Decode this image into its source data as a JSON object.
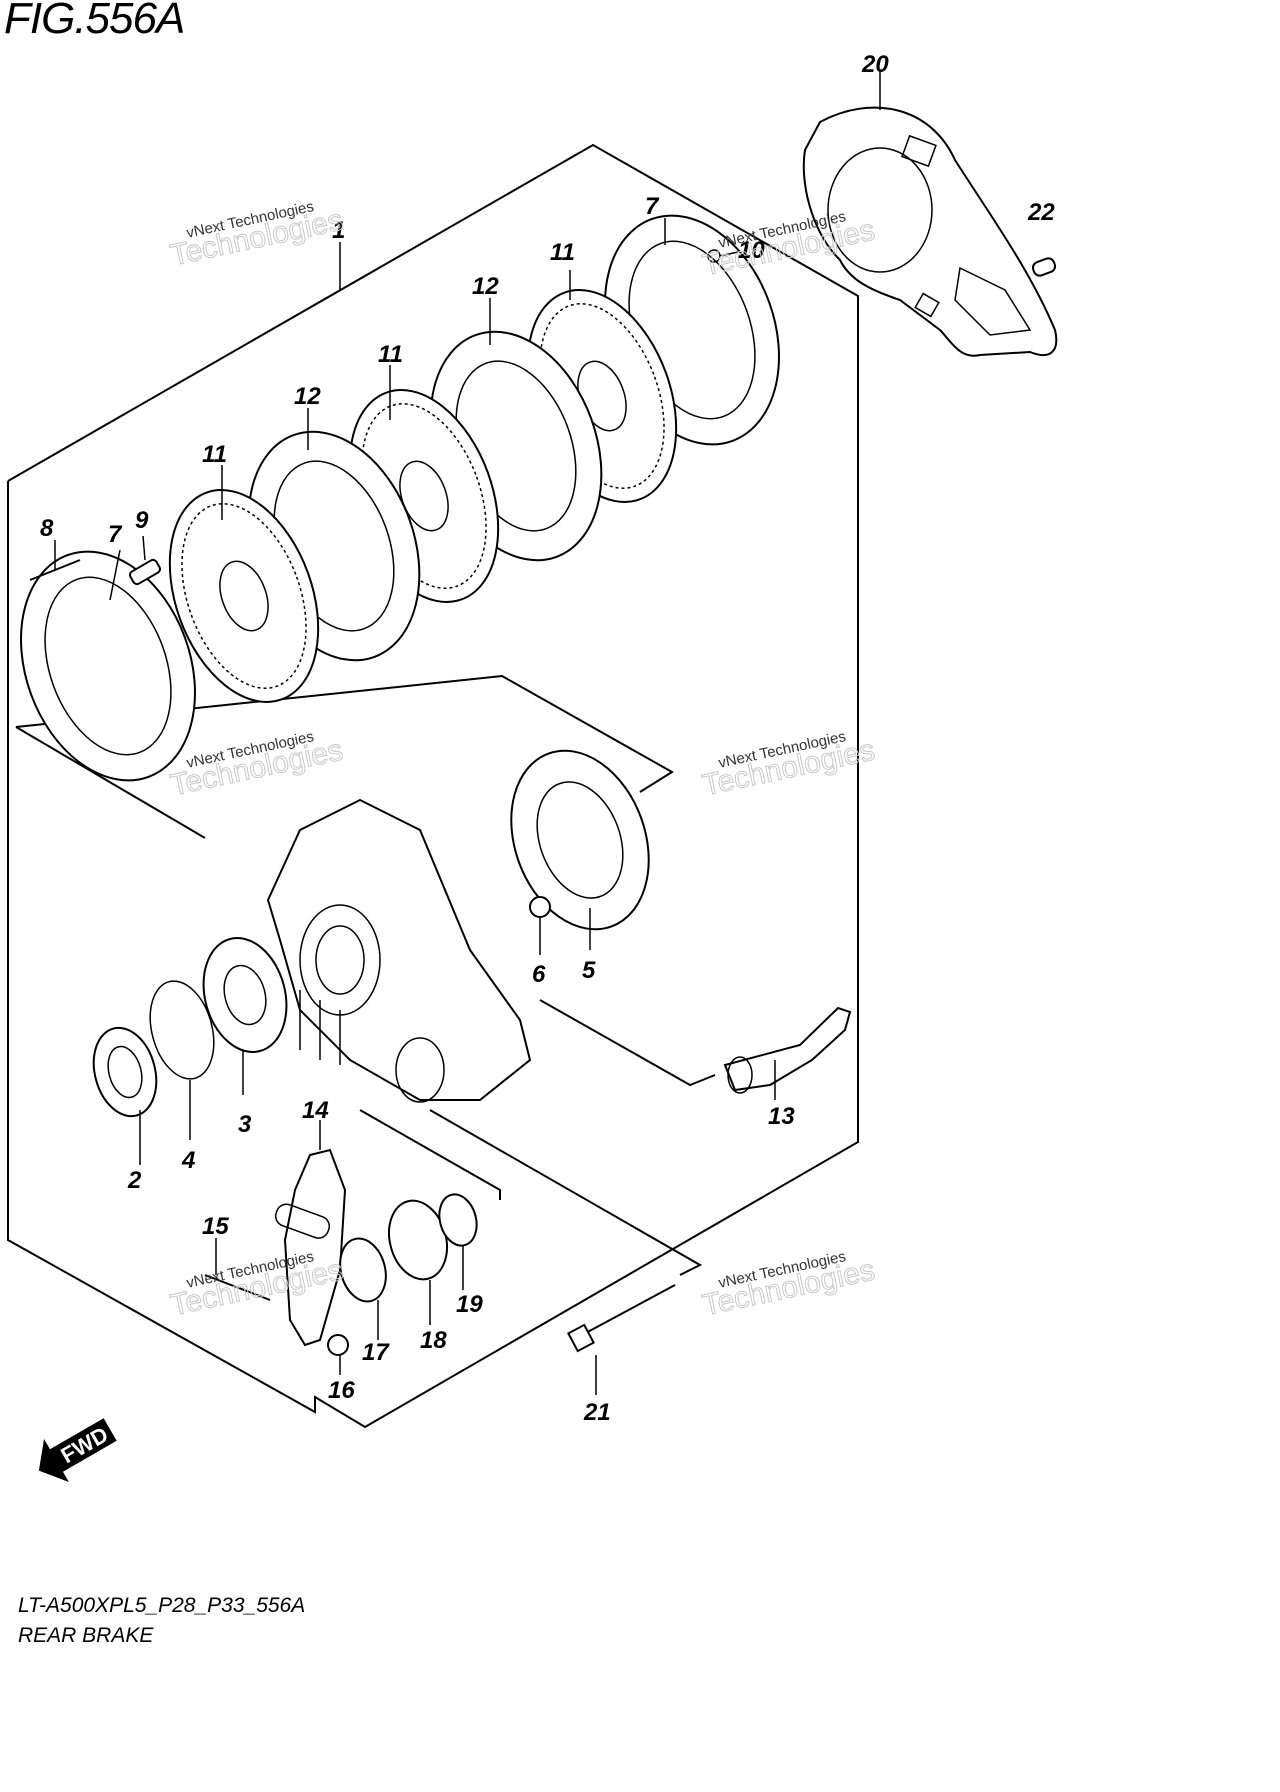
{
  "figure_title": "FIG.556A",
  "model_code": "LT-A500XPL5_P28_P33_556A",
  "section_title": "REAR BRAKE",
  "watermark": {
    "line1": "vNext Technologies",
    "line2": "Technologies"
  },
  "fwd_label": "FWD",
  "callouts": [
    "1",
    "2",
    "3",
    "4",
    "5",
    "6",
    "7",
    "7",
    "8",
    "9",
    "10",
    "11",
    "11",
    "11",
    "12",
    "12",
    "13",
    "14",
    "15",
    "16",
    "17",
    "18",
    "19",
    "20",
    "21",
    "22"
  ]
}
